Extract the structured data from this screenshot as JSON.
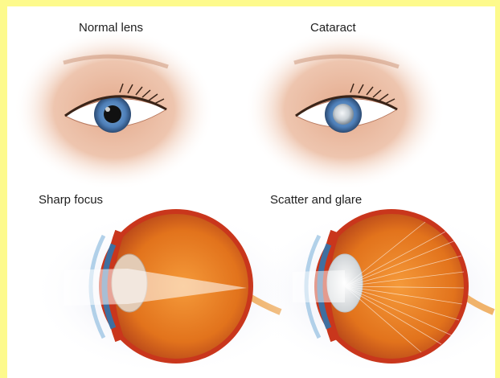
{
  "labels": {
    "normal_lens": "Normal lens",
    "cataract": "Cataract",
    "sharp_focus": "Sharp focus",
    "scatter_glare": "Scatter and glare"
  },
  "colors": {
    "frame": "#fdfa8c",
    "background": "#ffffff",
    "skin": "#e9b397",
    "iris": "#4e7fb8",
    "pupil": "#111111",
    "cataract_lens": "#d8dde2",
    "eyeball_interior": "#e2731c",
    "eyeball_wall": "#c9361c",
    "eyelash": "#3a2418"
  },
  "icons": {
    "normal_eye": "normal-eye-icon",
    "cataract_eye": "cataract-eye-icon",
    "sharp_cross_section": "eyeball-sharp-focus-icon",
    "scatter_cross_section": "eyeball-scatter-glare-icon"
  }
}
